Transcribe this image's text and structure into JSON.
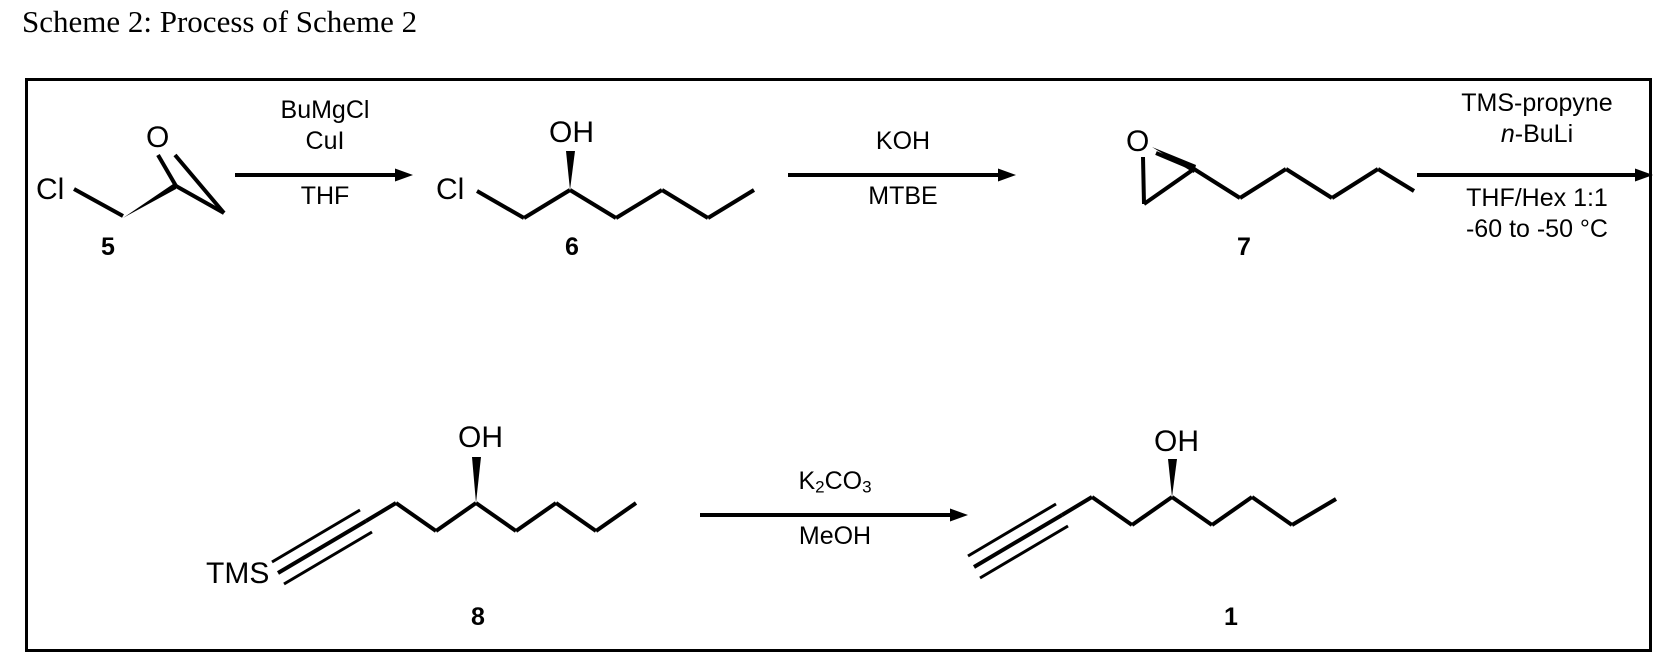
{
  "title": "Scheme 2: Process of Scheme 2",
  "frame": {
    "border_color": "#000000",
    "background": "#ffffff"
  },
  "scheme": {
    "row1": {
      "compounds": [
        {
          "id": "compound-5",
          "label": "5",
          "name": "(S)-epichlorohydrin",
          "atom_labels": [
            "Cl",
            "O"
          ],
          "features": "epoxide ring with bold wedge bond to chloromethyl group"
        },
        {
          "id": "compound-6",
          "label": "6",
          "name": "1-chloro-2-heptanol",
          "atom_labels": [
            "Cl",
            "OH"
          ],
          "features": "seven-carbon chain, bold wedge to hydroxyl at C2"
        },
        {
          "id": "compound-7",
          "label": "7",
          "name": "1,2-epoxyheptane",
          "atom_labels": [
            "O"
          ],
          "features": "terminal epoxide with bold wedge to pentyl chain"
        }
      ],
      "arrows": [
        {
          "id": "arrow-1",
          "above": [
            "BuMgCl",
            "CuI"
          ],
          "below": [
            "THF"
          ]
        },
        {
          "id": "arrow-2",
          "above": [
            "KOH"
          ],
          "below": [
            "MTBE"
          ]
        },
        {
          "id": "arrow-3",
          "above": [
            "TMS-propyne",
            "n-BuLi"
          ],
          "above_italic_prefix": "n",
          "below": [
            "THF/Hex 1:1",
            "-60 to -50 °C"
          ]
        }
      ]
    },
    "row2": {
      "compounds": [
        {
          "id": "compound-8",
          "label": "8",
          "name": "TMS-protected decynol",
          "atom_labels": [
            "TMS",
            "OH"
          ],
          "features": "internal alkyne bearing TMS, bold wedge to hydroxyl"
        },
        {
          "id": "compound-1",
          "label": "1",
          "name": "dec-1-yn-5-ol",
          "atom_labels": [
            "OH"
          ],
          "features": "terminal alkyne, bold wedge to hydroxyl"
        }
      ],
      "arrows": [
        {
          "id": "arrow-4",
          "above": [
            "K2CO3"
          ],
          "above_formula": {
            "base": "K",
            "sub1": "2",
            "mid": "CO",
            "sub2": "3"
          },
          "below": [
            "MeOH"
          ]
        }
      ]
    }
  }
}
